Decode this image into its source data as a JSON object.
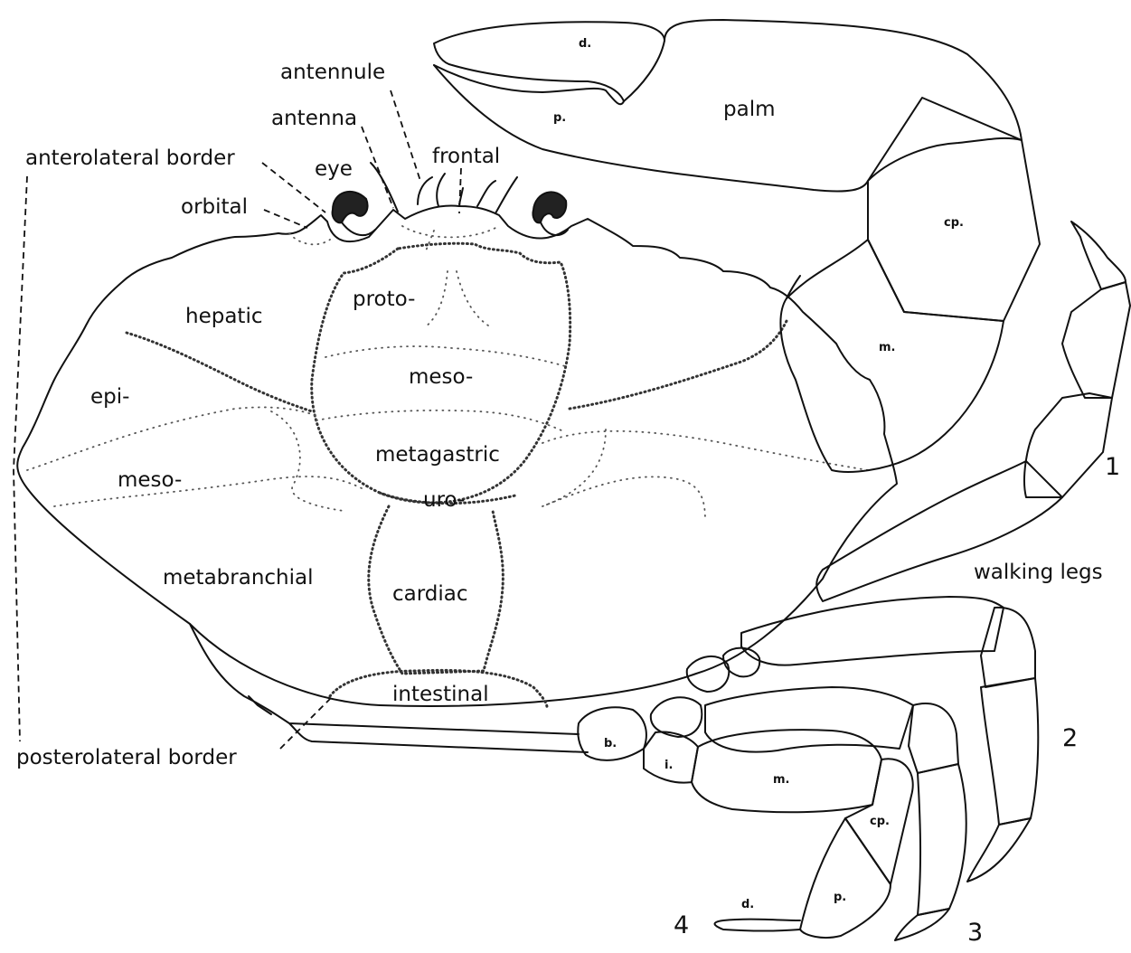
{
  "labels": {
    "antennule": "antennule",
    "antenna": "antenna",
    "anterolateral_border": "anterolateral border",
    "eye": "eye",
    "frontal": "frontal",
    "orbital": "orbital",
    "hepatic": "hepatic",
    "proto": "proto-",
    "meso_gastric": "meso-",
    "epi": "epi-",
    "meso_branchial": "meso-",
    "metagastric": "metagastric",
    "uro": "uro-",
    "metabranchial": "metabranchial",
    "cardiac": "cardiac",
    "intestinal": "intestinal",
    "posterolateral_border": "posterolateral border",
    "palm": "palm",
    "walking_legs": "walking legs"
  },
  "claw": {
    "dactyl": "d.",
    "propodus": "p.",
    "carpus": "cp.",
    "merus": "m."
  },
  "leg4": {
    "basis": "b.",
    "ischium": "i.",
    "merus": "m.",
    "carpus": "cp.",
    "propodus": "p.",
    "dactyl": "d."
  },
  "leg_numbers": [
    "1",
    "2",
    "3",
    "4"
  ]
}
